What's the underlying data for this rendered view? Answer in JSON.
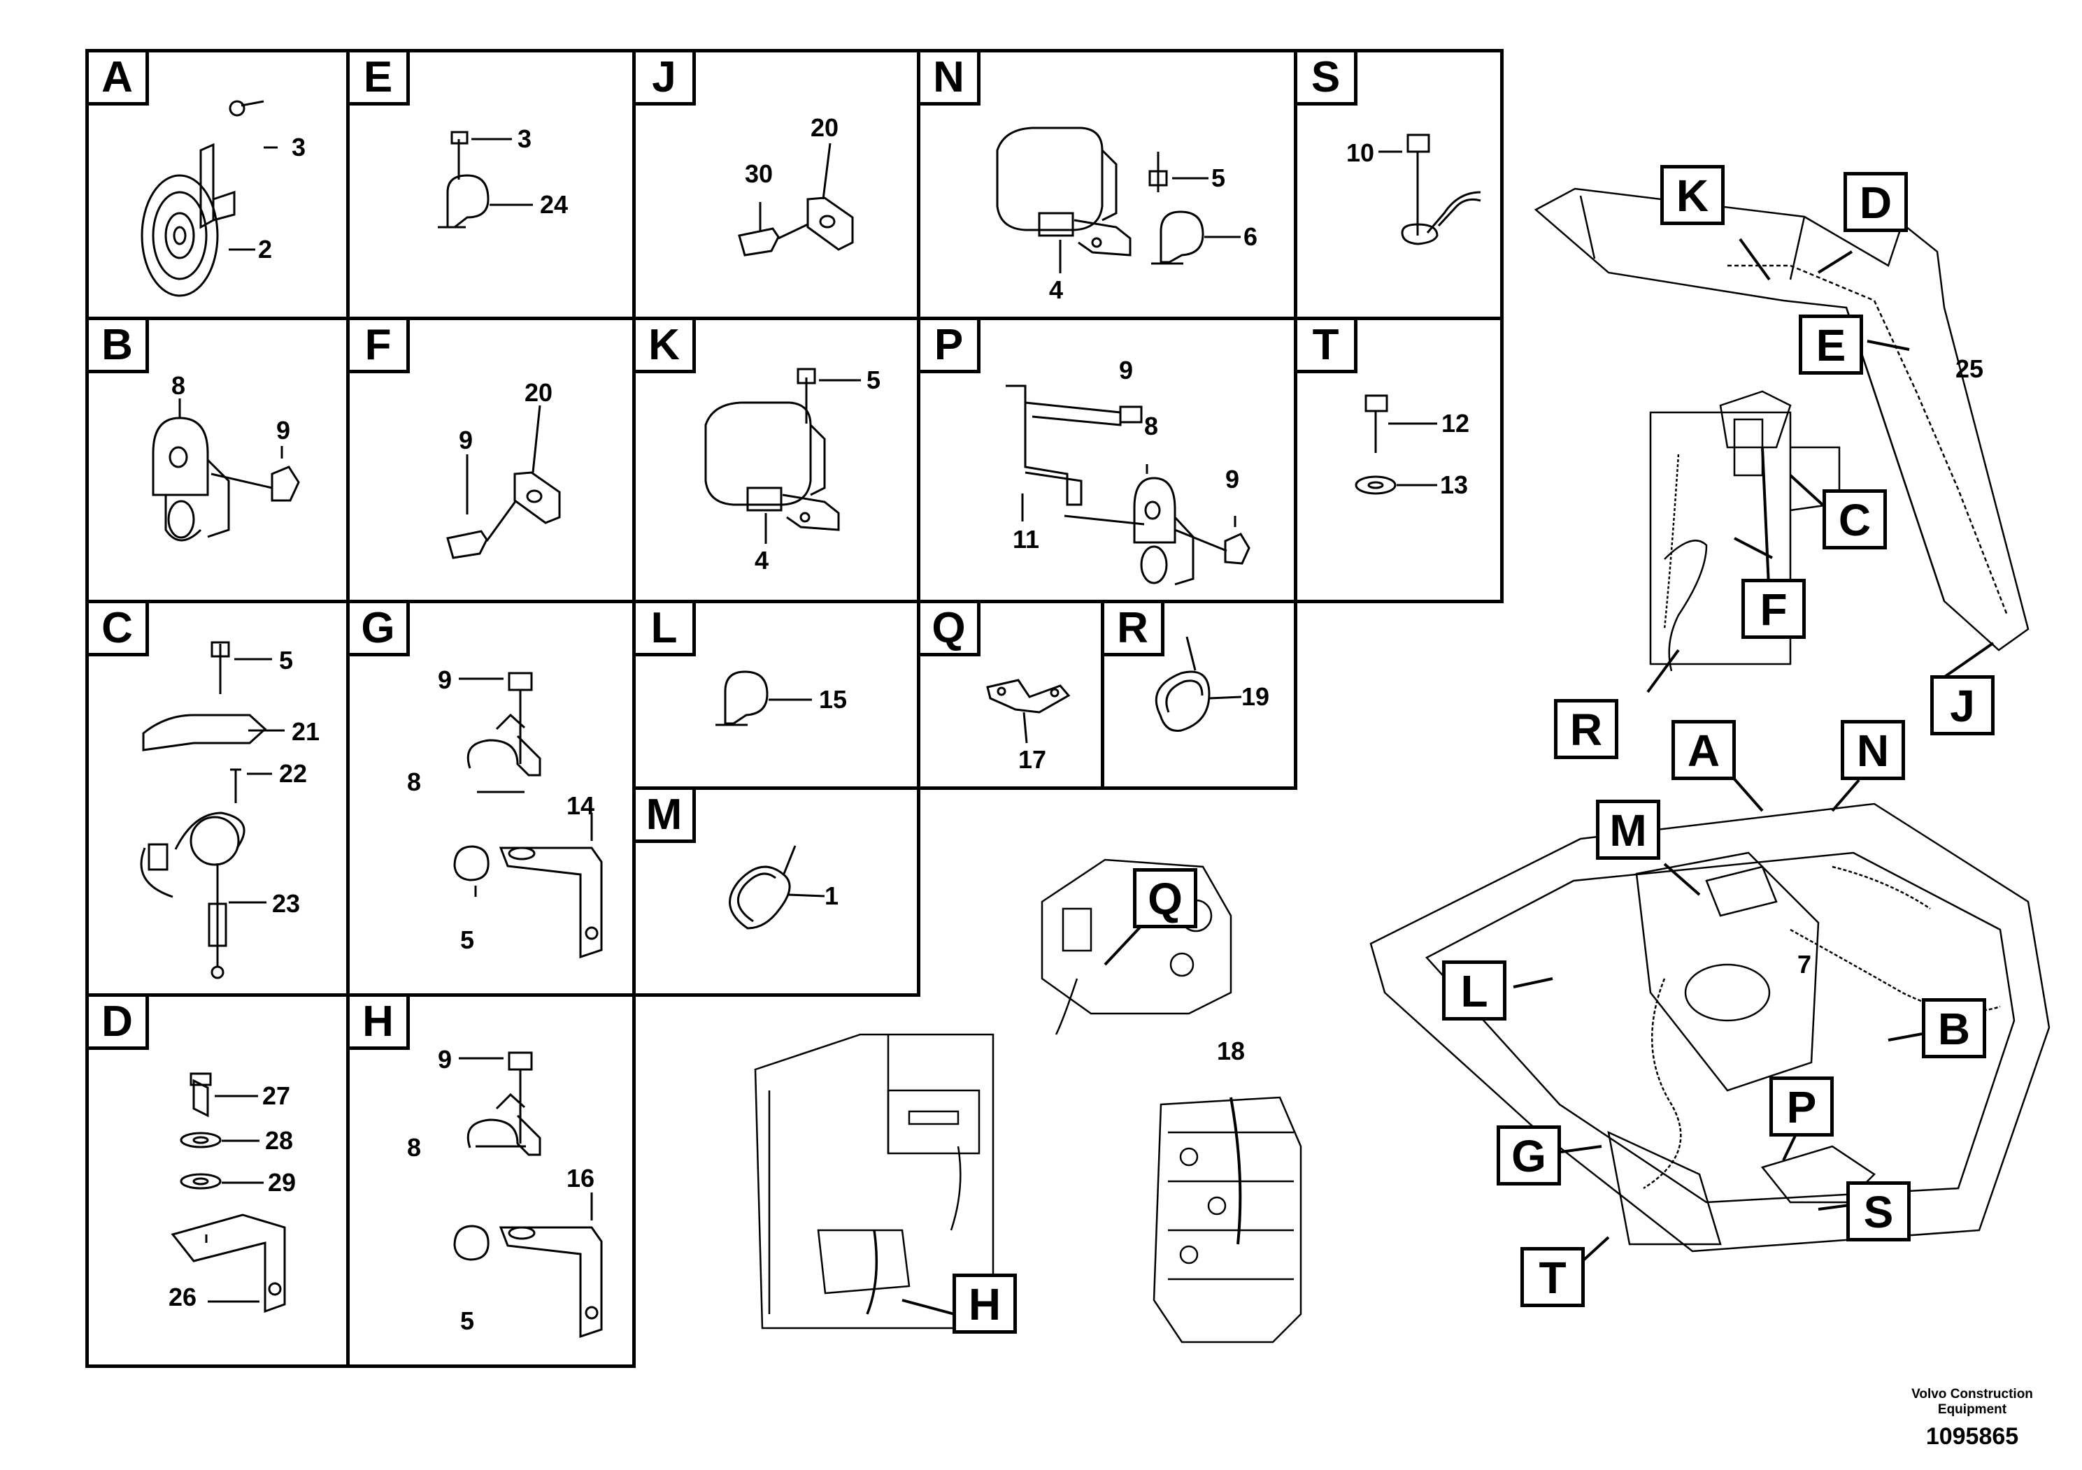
{
  "panels": {
    "A": {
      "letter": "A",
      "labels": [
        "3",
        "2"
      ]
    },
    "E": {
      "letter": "E",
      "labels": [
        "3",
        "24"
      ]
    },
    "J": {
      "letter": "J",
      "labels": [
        "20",
        "30"
      ]
    },
    "N": {
      "letter": "N",
      "labels": [
        "5",
        "6",
        "4"
      ]
    },
    "S": {
      "letter": "S",
      "labels": [
        "10"
      ]
    },
    "B": {
      "letter": "B",
      "labels": [
        "8",
        "9"
      ]
    },
    "F": {
      "letter": "F",
      "labels": [
        "20",
        "9"
      ]
    },
    "K": {
      "letter": "K",
      "labels": [
        "5",
        "4"
      ]
    },
    "P": {
      "letter": "P",
      "labels": [
        "9",
        "8",
        "11",
        "9"
      ]
    },
    "T": {
      "letter": "T",
      "labels": [
        "12",
        "13"
      ]
    },
    "C": {
      "letter": "C",
      "labels": [
        "5",
        "21",
        "22",
        "23"
      ]
    },
    "G": {
      "letter": "G",
      "labels": [
        "9",
        "8",
        "14",
        "5"
      ]
    },
    "L": {
      "letter": "L",
      "labels": [
        "15"
      ]
    },
    "Q": {
      "letter": "Q",
      "labels": [
        "17"
      ]
    },
    "R": {
      "letter": "R",
      "labels": [
        "19"
      ]
    },
    "M": {
      "letter": "M",
      "labels": [
        "1"
      ]
    },
    "D": {
      "letter": "D",
      "labels": [
        "27",
        "28",
        "29",
        "26"
      ]
    },
    "H": {
      "letter": "H",
      "labels": [
        "9",
        "8",
        "16",
        "5"
      ]
    }
  },
  "overview": {
    "callouts": {
      "K": "K",
      "D": "D",
      "E": "E",
      "C": "C",
      "F": "F",
      "R": "R",
      "J": "J",
      "A": "A",
      "N": "N",
      "M": "M",
      "L": "L",
      "B": "B",
      "G": "G",
      "P": "P",
      "S": "S",
      "T": "T",
      "Q": "Q",
      "H": "H"
    },
    "labels": {
      "boom": "25",
      "frame": "7",
      "valve": "18"
    }
  },
  "footer": {
    "company_line1": "Volvo Construction",
    "company_line2": "Equipment",
    "drawing_number": "1095865"
  }
}
